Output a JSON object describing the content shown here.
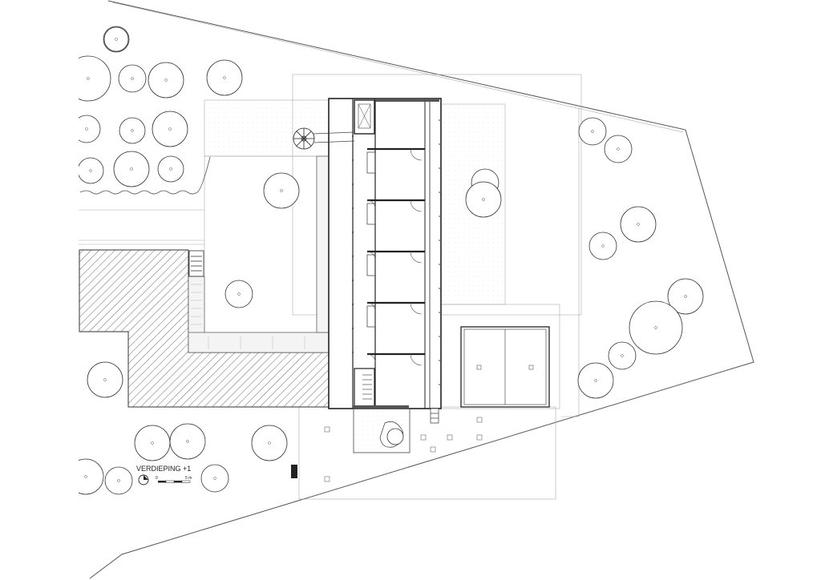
{
  "plan": {
    "title": "VERDIEPING +1",
    "scale_bar": {
      "start_label": "0",
      "end_label": "5 m"
    },
    "colors": {
      "line": "#333333",
      "light_line": "#9a9a9a",
      "hatch": "#444444",
      "paper": "#ffffff"
    }
  }
}
